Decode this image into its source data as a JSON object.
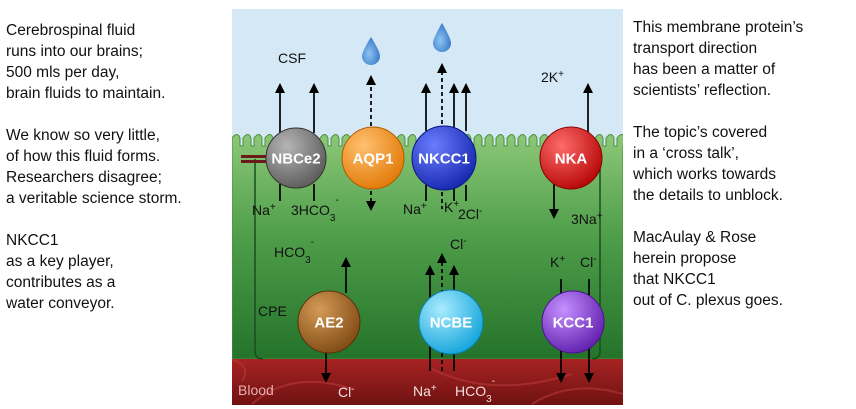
{
  "poem_left": [
    [
      "Cerebrospinal fluid",
      "runs into our brains;",
      "500 mls per day,",
      "brain fluids to maintain."
    ],
    [
      "We know so very little,",
      "of how this fluid forms.",
      "Researchers disagree;",
      "a veritable science storm."
    ],
    [
      "NKCC1",
      "as a key player,",
      "contributes as a",
      "water conveyor."
    ]
  ],
  "poem_right": [
    [
      "This membrane protein’s",
      "transport direction",
      "has been a matter of",
      "scientists’ reflection."
    ],
    [
      "The topic’s covered",
      "in a ‘cross talk’,",
      "which works towards",
      "the details to unblock."
    ],
    [
      "MacAulay & Rose",
      "herein propose",
      "that NKCC1",
      "out of C. plexus goes."
    ]
  ],
  "regions": {
    "csf": "CSF",
    "cpe": "CPE",
    "blood": "Blood"
  },
  "proteins": {
    "nbce2": "NBCe2",
    "aqp1": "AQP1",
    "nkcc1": "NKCC1",
    "nka": "NKA",
    "ae2": "AE2",
    "ncbe": "NCBE",
    "kcc1": "KCC1"
  },
  "ions": {
    "nbce2_na": "Na",
    "nbce2_na_sup": "+",
    "nbce2_hco3_main": "3HCO",
    "nbce2_hco3_sub": "3",
    "nbce2_hco3_sup": "-",
    "nkcc1_na": "Na",
    "nkcc1_na_sup": "+",
    "nkcc1_k": "K",
    "nkcc1_k_sup": "+",
    "nkcc1_cl": "2Cl",
    "nkcc1_cl_sup": "-",
    "nka_k": "2K",
    "nka_k_sup": "+",
    "nka_na": "3Na",
    "nka_na_sup": "+",
    "ae2_hco3": "HCO",
    "ae2_hco3_sub": "3",
    "ae2_hco3_sup": "-",
    "ae2_cl": "Cl",
    "ae2_cl_sup": "-",
    "ncbe_cl": "Cl",
    "ncbe_cl_sup": "-",
    "ncbe_na": "Na",
    "ncbe_na_sup": "+",
    "ncbe_hco3": "HCO",
    "ncbe_hco3_sub": "3",
    "ncbe_hco3_sup": "-",
    "kcc1_k": "K",
    "kcc1_k_sup": "+",
    "kcc1_cl": "Cl",
    "kcc1_cl_sup": "-"
  },
  "icons": [
    "water-drop-icon",
    "tight-junction-icon"
  ],
  "colors": {
    "csf_bg": "#d4e8f6",
    "cpe_top": "#7fbf6a",
    "cpe_bottom": "#2a7a2e",
    "blood": "#8e1c1c",
    "nbce2": "#7a7a7a",
    "aqp1": "#f08a1e",
    "nkcc1": "#2a3fd8",
    "nka": "#d81a1a",
    "ae2": "#a0621f",
    "ncbe": "#35bff0",
    "kcc1": "#8a3fd0",
    "drop": "#3a7fcf"
  }
}
